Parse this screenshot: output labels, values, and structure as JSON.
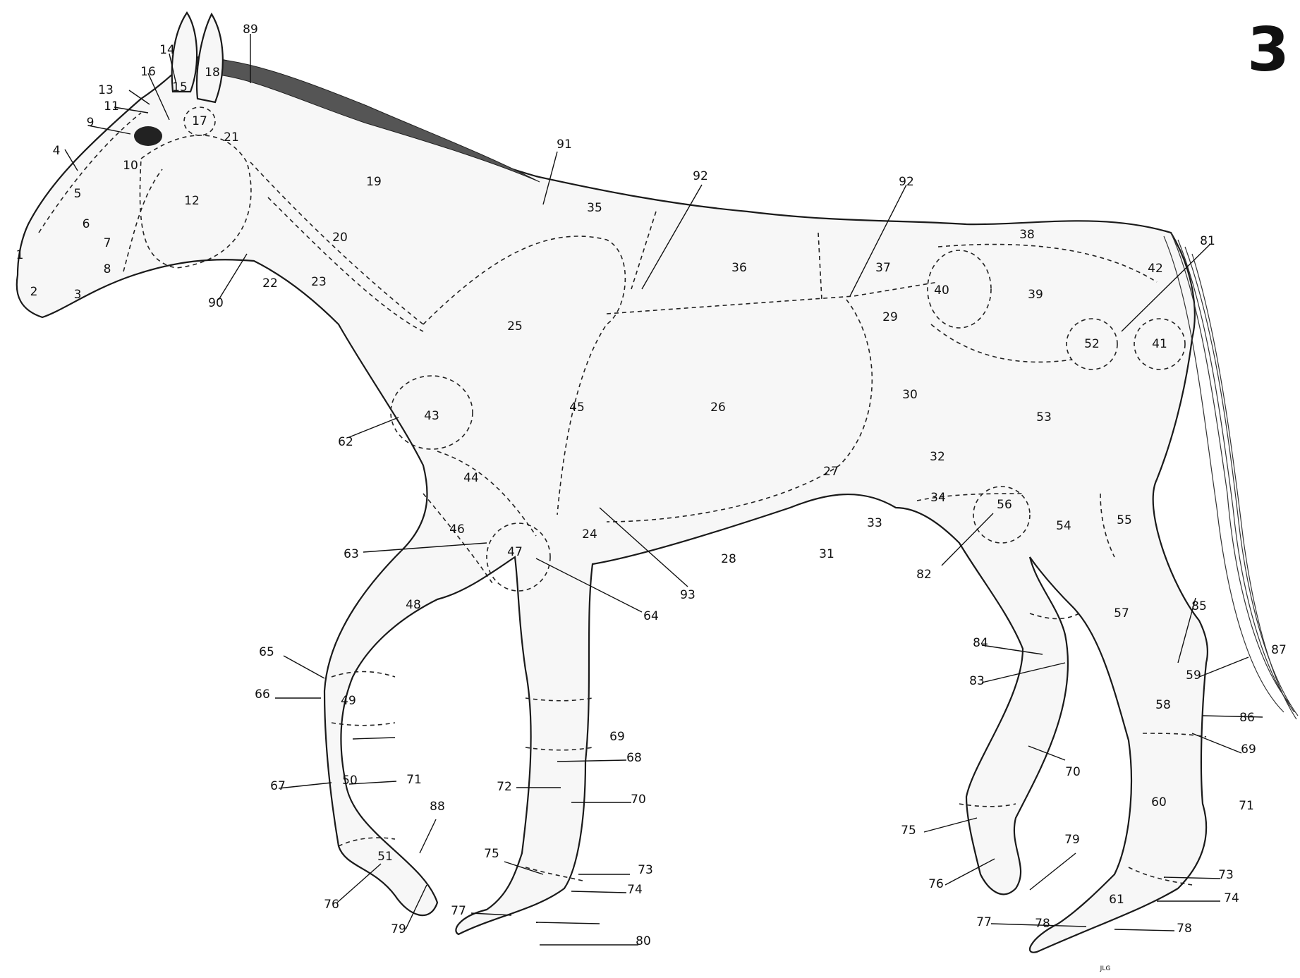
{
  "figure_number": "3",
  "signature": "JLG",
  "labels": [
    {
      "text": "1"
    },
    {
      "text": "2"
    },
    {
      "text": "3"
    },
    {
      "text": "4"
    },
    {
      "text": "5"
    },
    {
      "text": "6"
    },
    {
      "text": "7"
    },
    {
      "text": "8"
    },
    {
      "text": "9"
    },
    {
      "text": "10"
    },
    {
      "text": "11"
    },
    {
      "text": "12"
    },
    {
      "text": "13"
    },
    {
      "text": "14"
    },
    {
      "text": "15"
    },
    {
      "text": "16"
    },
    {
      "text": "17"
    },
    {
      "text": "18"
    },
    {
      "text": "19"
    },
    {
      "text": "20"
    },
    {
      "text": "21"
    },
    {
      "text": "22"
    },
    {
      "text": "23"
    },
    {
      "text": "24"
    },
    {
      "text": "25"
    },
    {
      "text": "26"
    },
    {
      "text": "27"
    },
    {
      "text": "28"
    },
    {
      "text": "29"
    },
    {
      "text": "30"
    },
    {
      "text": "31"
    },
    {
      "text": "32"
    },
    {
      "text": "33"
    },
    {
      "text": "34"
    },
    {
      "text": "35"
    },
    {
      "text": "36"
    },
    {
      "text": "37"
    },
    {
      "text": "38"
    },
    {
      "text": "39"
    },
    {
      "text": "40"
    },
    {
      "text": "41"
    },
    {
      "text": "42"
    },
    {
      "text": "43"
    },
    {
      "text": "44"
    },
    {
      "text": "45"
    },
    {
      "text": "46"
    },
    {
      "text": "47"
    },
    {
      "text": "48"
    },
    {
      "text": "49"
    },
    {
      "text": "50"
    },
    {
      "text": "51"
    },
    {
      "text": "52"
    },
    {
      "text": "53"
    },
    {
      "text": "54"
    },
    {
      "text": "55"
    },
    {
      "text": "56"
    },
    {
      "text": "57"
    },
    {
      "text": "58"
    },
    {
      "text": "59"
    },
    {
      "text": "60"
    },
    {
      "text": "61"
    },
    {
      "text": "62"
    },
    {
      "text": "63"
    },
    {
      "text": "64"
    },
    {
      "text": "65"
    },
    {
      "text": "66"
    },
    {
      "text": "67"
    },
    {
      "text": "68"
    },
    {
      "text": "69"
    },
    {
      "text": "69"
    },
    {
      "text": "70"
    },
    {
      "text": "70"
    },
    {
      "text": "71"
    },
    {
      "text": "71"
    },
    {
      "text": "72"
    },
    {
      "text": "73"
    },
    {
      "text": "73"
    },
    {
      "text": "74"
    },
    {
      "text": "74"
    },
    {
      "text": "75"
    },
    {
      "text": "75"
    },
    {
      "text": "76"
    },
    {
      "text": "76"
    },
    {
      "text": "77"
    },
    {
      "text": "77"
    },
    {
      "text": "78"
    },
    {
      "text": "78"
    },
    {
      "text": "79"
    },
    {
      "text": "79"
    },
    {
      "text": "80"
    },
    {
      "text": "81"
    },
    {
      "text": "82"
    },
    {
      "text": "83"
    },
    {
      "text": "84"
    },
    {
      "text": "85"
    },
    {
      "text": "86"
    },
    {
      "text": "87"
    },
    {
      "text": "88"
    },
    {
      "text": "89"
    },
    {
      "text": "90"
    },
    {
      "text": "91"
    },
    {
      "text": "92"
    },
    {
      "text": "92"
    },
    {
      "text": "93"
    }
  ]
}
